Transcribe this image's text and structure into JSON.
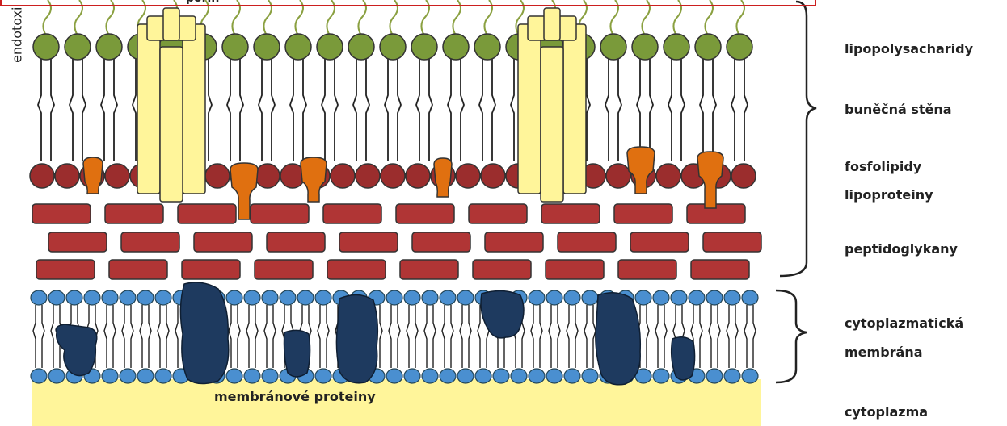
{
  "labels": {
    "lipopolysacharidy": "lipopolysacharidy",
    "bunecna_stena": "buněčná stěna",
    "fosfolipidy": "fosfolipidy",
    "lipoproteiny": "lipoproteiny",
    "peptidoglykany": "peptidoglykany",
    "cytoplazmaticka": "cytoplazmatická",
    "membrana": "membrána",
    "cytoplazma": "cytoplazma",
    "membranove_proteiny": "membránové proteiny",
    "endotoxin": "endotoxi",
    "porin_snippet": "porin"
  },
  "colors": {
    "lps_head": "#7a9a3a",
    "phospholipid_head": "#9b2d2d",
    "lipoprotein": "#e07010",
    "peptidoglycan": "#b03535",
    "porin": "#fff59a",
    "membrane_head": "#4a8fd0",
    "membrane_protein": "#1e3a5f",
    "cytoplasm": "#fff59a",
    "frame": "#cc1f1f"
  }
}
